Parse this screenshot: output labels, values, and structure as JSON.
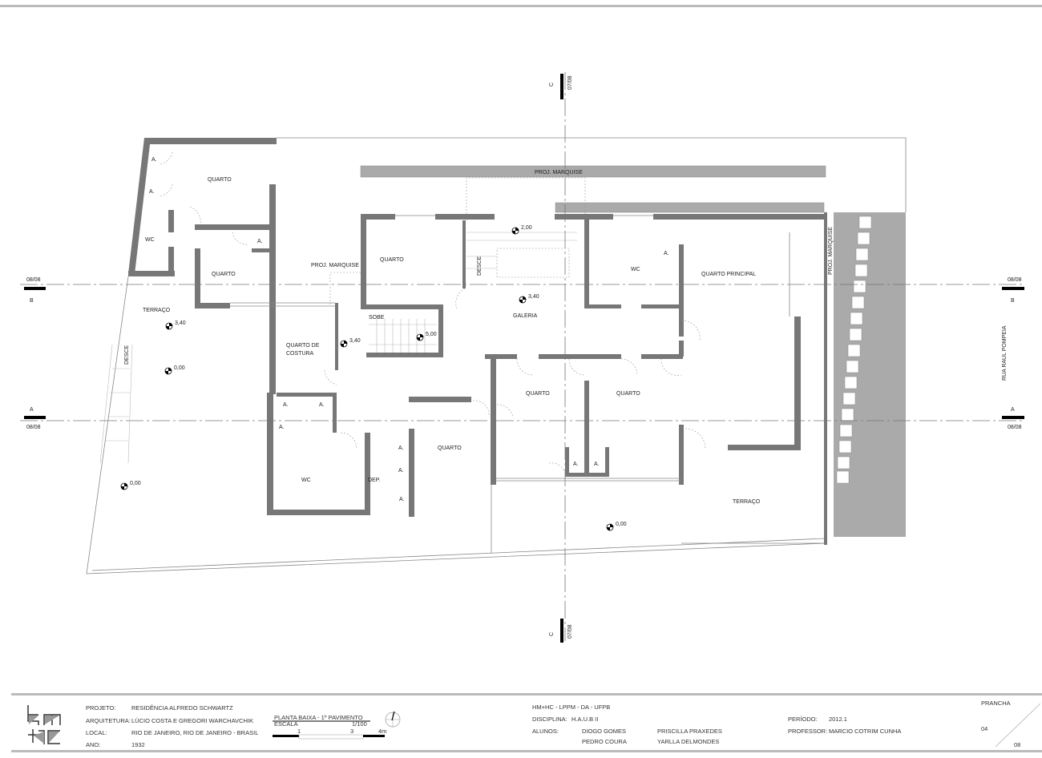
{
  "sheet": {
    "section_markers": {
      "c": "C",
      "b": "B",
      "a": "A",
      "ref_c": "07/08",
      "ref_ab": "08/08"
    },
    "street": "RUA RAUL POMPEIA"
  },
  "plan": {
    "rooms": [
      "QUARTO",
      "QUARTO",
      "QUARTO",
      "QUARTO PRINCIPAL",
      "WC",
      "WC",
      "WC",
      "TERRAÇO",
      "TERRAÇO",
      "QUARTO DE",
      "COSTURA",
      "GALERIA",
      "QUARTO",
      "QUARTO",
      "QUARTO",
      "DEP."
    ],
    "closet": "A.",
    "labels": {
      "proj_marquise": "PROJ. MARQUISE",
      "desce": "DESCE",
      "sobe": "SOBE"
    },
    "levels": [
      "3,40",
      "0,00",
      "3,40",
      "5,00",
      "2,00",
      "3,40",
      "0,00",
      "0,00"
    ]
  },
  "title_block": {
    "fields": [
      {
        "label": "PROJETO:",
        "value": "RESIDÊNCIA ALFREDO SCHWARTZ"
      },
      {
        "label": "ARQUITETURA:",
        "value": "LÚCIO COSTA E GREGORI WARCHAVCHIK"
      },
      {
        "label": "LOCAL:",
        "value": "RIO DE JANEIRO, RIO DE JANEIRO - BRASIL"
      },
      {
        "label": "ANO:",
        "value": "1932"
      }
    ],
    "drawing_title": "PLANTA BAIXA - 1º PAVIMENTO",
    "scale_label": "ESCALA",
    "scale_value": "1/100",
    "scale_ticks": [
      "1",
      "3",
      "4m"
    ],
    "institution": "HM+HC - LPPM - DA - UFPB",
    "disciplina_label": "DISCIPLINA:",
    "disciplina": "H.A.U.B II",
    "alunos_label": "ALUNOS:",
    "alunos": [
      "DIOGO GOMES",
      "PEDRO COURA",
      "PRISCILLA PRAXEDES",
      "YARLLA DELMONDES"
    ],
    "periodo_label": "PERÍODO:",
    "periodo": "2012.1",
    "professor_label": "PROFESSOR:",
    "professor": "MARCIO COTRIM CUNHA",
    "prancha_label": "PRANCHA",
    "prancha": "04",
    "total": "08",
    "logo_text": "hm+hc"
  }
}
